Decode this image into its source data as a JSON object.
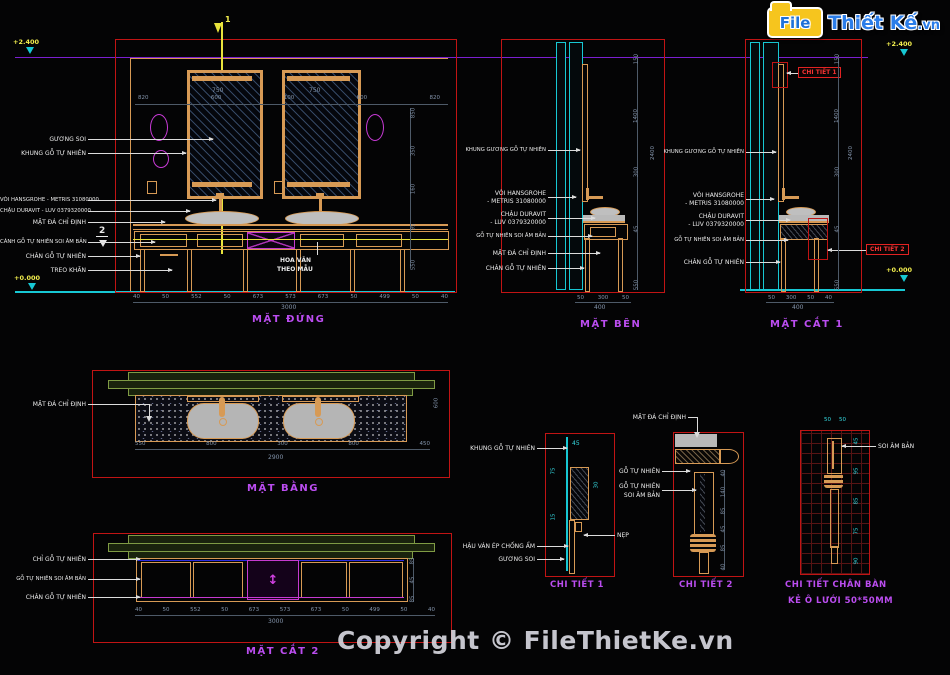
{
  "logo": {
    "file": "File",
    "brand": "Thiết Kế",
    "tld": ".vn"
  },
  "watermark": "Copyright © FileThietKe.vn",
  "colors": {
    "background": "#040405",
    "line_red": "#c11414",
    "wood": "#d79a55",
    "dimension_grey": "#8495ac",
    "cyan": "#17c8d4",
    "yellow": "#e8e33c",
    "magenta_title": "#bb4df0",
    "purple_fixture": "#c83ad6",
    "green_shelf": "#7f9b44",
    "logo_blue": "#2b7de9",
    "logo_yellow": "#f6c51e",
    "watermark_grey": "#d6d6de"
  },
  "levels": {
    "top_left": "+2.400",
    "bottom_left": "+0.000",
    "top_right": "+2.400",
    "bottom_right": "+0.000"
  },
  "front": {
    "title": "MẶT ĐỨNG",
    "section_marker_top": "1",
    "section_marker_side": "2",
    "labels": [
      "GƯƠNG SOI",
      "KHUNG GỖ TỰ NHIÊN",
      "VÒI HANSGROHE - METRIS 31080000",
      "CHẬU DURAVIT - LUV 0379320000",
      "MẶT ĐÁ CHỈ ĐỊNH",
      "CÁNH GỖ TỰ NHIÊN SOI ÂM BẢN",
      "CHÂN GỖ TỰ NHIÊN",
      "TREO KHĂN"
    ],
    "note_line1": "HOA VĂN",
    "note_line2": "THEO MẪU",
    "dims_mirror": [
      "750",
      "750"
    ],
    "dims_top": [
      "820",
      "600",
      "100",
      "600",
      "820"
    ],
    "dims_side": [
      "850",
      "350",
      "160",
      "95",
      "550"
    ],
    "dims_bottom": [
      "40",
      "50",
      "552",
      "50",
      "673",
      "573",
      "673",
      "50",
      "499",
      "50",
      "40"
    ],
    "dim_total": "3000"
  },
  "side": {
    "title": "MẶT BÊN",
    "labels": [
      "KHUNG GƯƠNG GỖ TỰ NHIÊN",
      "VÒI HANSGROHE",
      "- METRIS 31080000",
      "CHẬU DURAVIT",
      "- LUV 0379320000",
      "GỖ TỰ NHIÊN SOI ÂM BẢN",
      "MẶT ĐÁ CHỈ ĐỊNH",
      "CHÂN GỖ TỰ NHIÊN"
    ],
    "dims_side": [
      "150",
      "1400",
      "300",
      "45",
      "550"
    ],
    "dim_height": "2400",
    "dims_bottom": [
      "50",
      "300",
      "50"
    ],
    "dim_total": "400"
  },
  "section1": {
    "title": "MẶT CẮT 1",
    "callout_detail1": "CHI TIẾT 1",
    "callout_detail2": "CHI TIẾT 2",
    "labels": [
      "KHUNG GƯƠNG GỖ TỰ NHIÊN",
      "VÒI HANSGROHE",
      "- METRIS 31080000",
      "CHẬU DURAVIT",
      "- LUV 0379320000",
      "GỖ TỰ NHIÊN SOI ÂM BẢN",
      "CHÂN GỖ TỰ NHIÊN"
    ],
    "dims_side": [
      "150",
      "1400",
      "300",
      "45",
      "550"
    ],
    "dim_height": "2400",
    "dims_bottom": [
      "50",
      "300",
      "50",
      "40"
    ],
    "dim_total": "400"
  },
  "plan": {
    "title": "MẶT BẰNG",
    "label": "MẶT ĐÁ CHỈ ĐỊNH",
    "dims_bottom": [
      "550",
      "800",
      "300",
      "800",
      "450"
    ],
    "dim_total": "2900",
    "dim_depth": "600"
  },
  "section2": {
    "title": "MẶT CẮT 2",
    "labels": [
      "CHỈ GỖ TỰ NHIÊN",
      "GỖ TỰ NHIÊN SOI ÂM BẢN",
      "CHÂN GỖ TỰ NHIÊN"
    ],
    "dims_side": [
      "85",
      "45",
      "85"
    ],
    "dims_bottom": [
      "40",
      "50",
      "552",
      "50",
      "673",
      "573",
      "673",
      "50",
      "499",
      "50",
      "40"
    ],
    "dim_total": "3000"
  },
  "detail1": {
    "title": "CHI TIẾT 1",
    "labels": [
      "KHUNG GỖ TỰ NHIÊN",
      "HẬU VÁN ÉP CHỐNG ẨM",
      "GƯƠNG SOI"
    ],
    "label_nep": "NẸP",
    "dim_top": "45",
    "dims_left": [
      "75",
      "15"
    ],
    "dim_right": "30"
  },
  "detail2": {
    "title": "CHI TIẾT 2",
    "label_top": "MẶT ĐÁ CHỈ ĐỊNH",
    "label_wood": "GỖ TỰ NHIÊN",
    "label_wood2_line1": "GỖ TỰ NHIÊN",
    "label_wood2_line2": "SOI ÂM BẢN",
    "dims_side": [
      "40",
      "140",
      "85",
      "45",
      "85",
      "40"
    ]
  },
  "detail3": {
    "title_line1": "CHI TIẾT CHÂN BÀN",
    "title_line2": "KẺ Ô LƯỚI 50*50MM",
    "label": "SOI ÂM BẢN",
    "dims_top": [
      "50",
      "50"
    ],
    "dims_side": [
      "45",
      "95",
      "85",
      "75",
      "90"
    ]
  }
}
